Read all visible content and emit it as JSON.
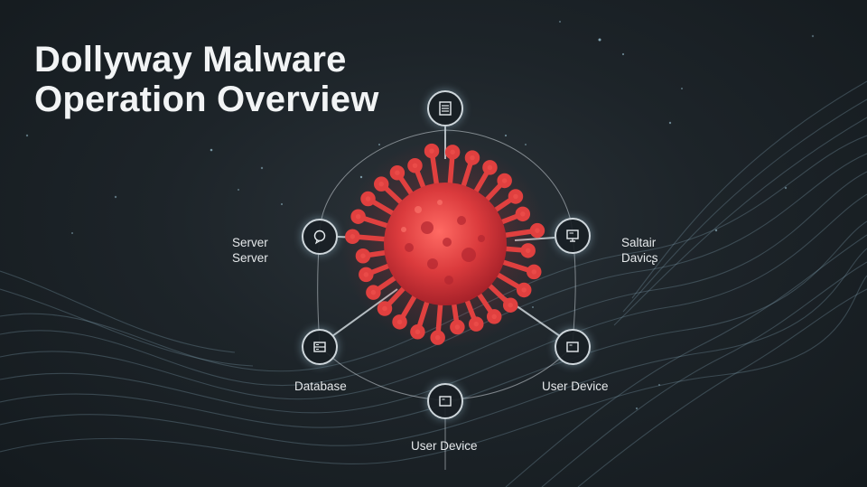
{
  "title": {
    "line1": "Dollyway Malware",
    "line2": "Operation Overview"
  },
  "colors": {
    "background": "#1b2227",
    "virus": "#d9353a",
    "connector": "#cfd7dc",
    "text": "#f2f4f5"
  },
  "nodes": {
    "top": {
      "icon": "server-rack-icon"
    },
    "left": {
      "icon": "chat-bubble-icon",
      "label_line1": "Server",
      "label_line2": "Server"
    },
    "right": {
      "icon": "monitor-icon",
      "label_line1": "Saltair",
      "label_line2": "Davicʂ"
    },
    "lower_left": {
      "icon": "database-icon",
      "label": "Database"
    },
    "lower_right": {
      "icon": "device-screen-icon",
      "label": "User Device"
    },
    "bottom": {
      "icon": "device-screen-icon",
      "label": "User Device"
    }
  }
}
